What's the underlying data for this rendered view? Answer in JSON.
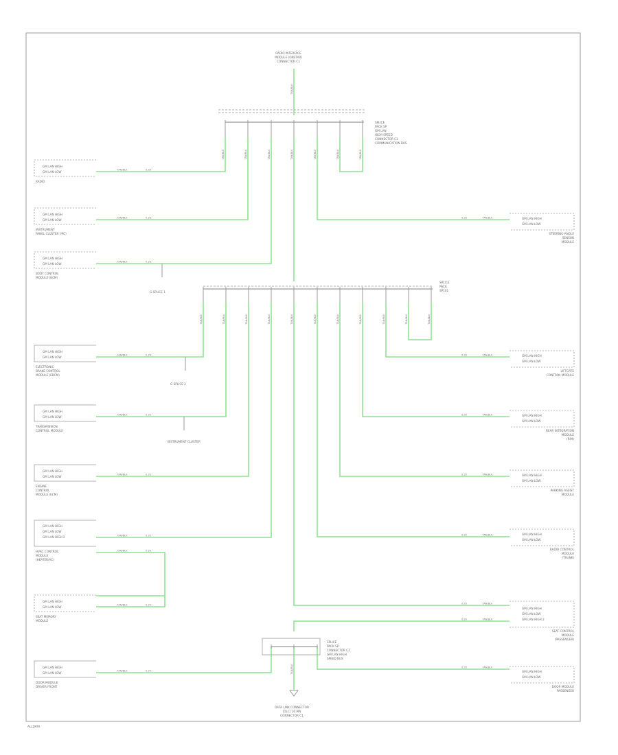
{
  "wiring": {
    "wire_color": "#8fe28f",
    "frame_color": "#9a9a9a",
    "splice_color": "#aaaaaa"
  },
  "top_module": {
    "label_lines": [
      "RADIO INTERFACE",
      "MODULE (ONSTAR)",
      "CONNECTOR C1"
    ]
  },
  "splice_upper": {
    "label_lines": [
      "SPLICE",
      "PACK SP",
      "GM LAN",
      "HIGH SPEED",
      "CONNECTOR C1",
      "COMMUNICATION BUS"
    ]
  },
  "splice_lower": {
    "label_lines": [
      "SPLICE",
      "PACK",
      "SP101"
    ]
  },
  "splice_bottom": {
    "label_lines": [
      "SPLICE",
      "PACK SP",
      "CONNECTOR C2",
      "GM LAN HIGH",
      "SPEED BUS"
    ]
  },
  "bottom_module": {
    "label_lines": [
      "DATA LINK CONNECTOR",
      "(DLC) 16 PIN",
      "CONNECTOR C1"
    ]
  },
  "side_labels": {
    "upper_ground": "G SPLICE 1",
    "mid_ground": "G SPLICE 2",
    "lower_ground": "INSTRUMENT CLUSTER",
    "footer": "ALLDATA"
  },
  "left_modules": [
    {
      "pins": [
        "GM LAN HIGH",
        "GM LAN LOW"
      ],
      "caption": [
        "RADIO"
      ]
    },
    {
      "pins": [
        "GM LAN HIGH",
        "GM LAN LOW"
      ],
      "caption": [
        "INSTRUMENT",
        "PANEL CLUSTER (IPC)"
      ]
    },
    {
      "pins": [
        "GM LAN HIGH",
        "GM LAN LOW"
      ],
      "caption": [
        "BODY CONTROL",
        "MODULE (BCM)"
      ]
    },
    {
      "pins": [
        "GM LAN HIGH",
        "GM LAN LOW"
      ],
      "caption": [
        "ELECTRONIC",
        "BRAKE CONTROL",
        "MODULE (EBCM)"
      ]
    },
    {
      "pins": [
        "GM LAN HIGH",
        "GM LAN LOW"
      ],
      "caption": [
        "TRANSMISSION",
        "CONTROL MODULE"
      ]
    },
    {
      "pins": [
        "GM LAN HIGH",
        "GM LAN LOW"
      ],
      "caption": [
        "ENGINE",
        "CONTROL",
        "MODULE (ECM)"
      ]
    },
    {
      "pins": [
        "GM LAN HIGH",
        "GM LAN LOW",
        "GM LAN HIGH 2"
      ],
      "caption": [
        "HVAC CONTROL",
        "MODULE",
        "(HEATER/AC)"
      ]
    },
    {
      "pins": [
        "GM LAN HIGH",
        "GM LAN LOW"
      ],
      "caption": [
        "SEAT MEMORY",
        "MODULE"
      ]
    },
    {
      "pins": [
        "GM LAN HIGH",
        "GM LAN LOW"
      ],
      "caption": [
        "DOOR MODULE",
        "DRIVER FRONT"
      ]
    }
  ],
  "right_modules": [
    {
      "pins": [
        "GM LAN HIGH",
        "GM LAN LOW"
      ],
      "caption": [
        "STEERING ANGLE",
        "SENSOR",
        "MODULE"
      ]
    },
    {
      "pins": [
        "GM LAN HIGH",
        "GM LAN LOW"
      ],
      "caption": [
        "LIFTGATE",
        "CONTROL MODULE"
      ]
    },
    {
      "pins": [
        "GM LAN HIGH",
        "GM LAN LOW"
      ],
      "caption": [
        "REAR INTEGRATION",
        "MODULE",
        "(RIM)"
      ]
    },
    {
      "pins": [
        "GM LAN HIGH",
        "GM LAN LOW"
      ],
      "caption": [
        "PARKING ASSIST",
        "MODULE"
      ]
    },
    {
      "pins": [
        "GM LAN HIGH",
        "GM LAN LOW"
      ],
      "caption": [
        "RADIO CONTROL",
        "MODULE",
        "(TRUNK)"
      ]
    },
    {
      "pins": [
        "GM LAN HIGH",
        "GM LAN LOW",
        "GM LAN HIGH 2"
      ],
      "caption": [
        "SEAT CONTROL",
        "MODULE",
        "(PASSENGER)"
      ]
    },
    {
      "pins": [
        "GM LAN HIGH",
        "GM LAN LOW"
      ],
      "caption": [
        "DOOR MODULE",
        "PASSENGER"
      ]
    }
  ],
  "wire_code": "TAN/BLK",
  "wire_gauge": "0.35"
}
